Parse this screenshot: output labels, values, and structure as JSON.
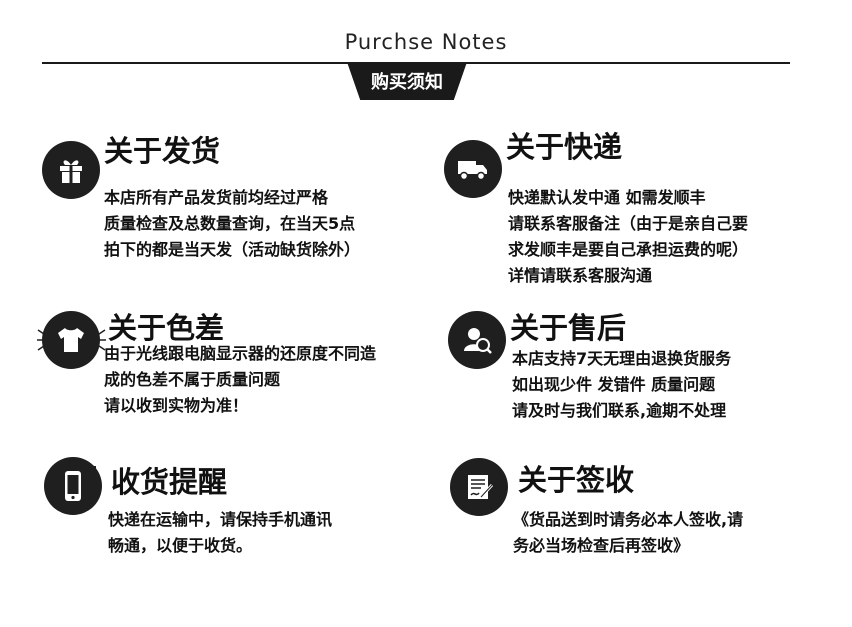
{
  "header": {
    "title": "Purchse Notes",
    "badge": "购买须知"
  },
  "sections": [
    {
      "title": "关于发货",
      "icon": "gift-icon",
      "lines": [
        "本店所有产品发货前均经过严格",
        "质量检查及总数量查询，在当天5点",
        "拍下的都是当天发（活动缺货除外）"
      ]
    },
    {
      "title": "关于快递",
      "icon": "truck-icon",
      "lines": [
        "快递默认发中通  如需发顺丰",
        "请联系客服备注（由于是亲自己要",
        "求发顺丰是要自己承担运费的呢）",
        "详情请联系客服沟通"
      ]
    },
    {
      "title": "关于色差",
      "icon": "tshirt-icon",
      "lines": [
        "由于光线跟电脑显示器的还原度不同造",
        "成的色差不属于质量问题",
        "请以收到实物为准！"
      ]
    },
    {
      "title": "关于售后",
      "icon": "customer-service-icon",
      "lines": [
        "本店支持7天无理由退换货服务",
        "如出现少件 发错件 质量问题",
        "请及时与我们联系,逾期不处理"
      ]
    },
    {
      "title": "收货提醒",
      "icon": "phone-icon",
      "lines": [
        "快递在运输中，请保持手机通讯",
        "畅通，以便于收货。"
      ]
    },
    {
      "title": "关于签收",
      "icon": "sign-document-icon",
      "lines": [
        "《货品送到时请务必本人签收,请",
        "务必当场检查后再签收》"
      ]
    }
  ]
}
